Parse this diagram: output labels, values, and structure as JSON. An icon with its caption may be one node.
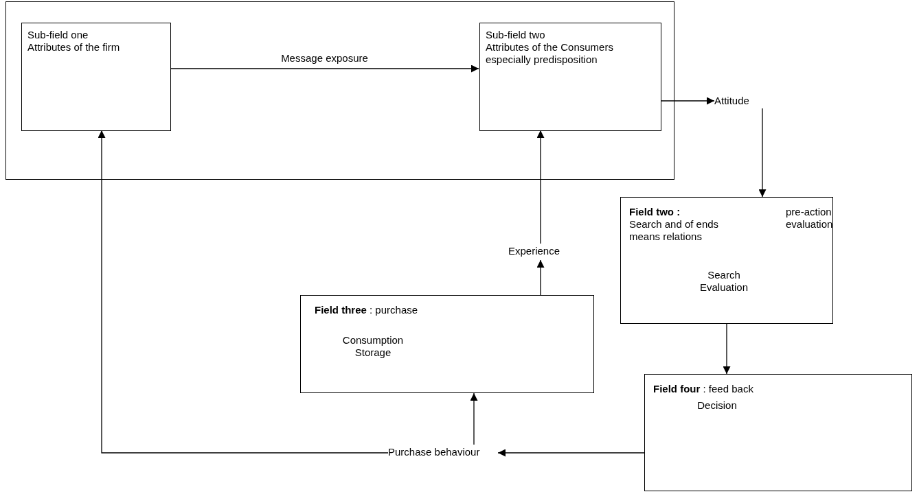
{
  "diagram": {
    "nodes": [
      {
        "text": [],
        "shape": "box"
      },
      {
        "text": [
          "Sub-field one",
          "Attributes of the firm"
        ],
        "in": 0
      },
      {
        "text": [
          "Sub-field two",
          "Attributes of the Consumers especially predisposition"
        ],
        "in": 0
      },
      {
        "text": [
          "Attitude"
        ]
      },
      {
        "text": [
          "Field two :",
          "pre-action evaluation",
          "Search and of ends means relations",
          "Search Evaluation"
        ]
      },
      {
        "text": [
          "**Field four** : feed back",
          "Decision"
        ]
      },
      {
        "text": [
          "Purchase behaviour"
        ]
      },
      {
        "text": [
          "**Field three** : purchase",
          "Consumption Storage"
        ]
      },
      {
        "text": [
          "Experience"
        ]
      }
    ],
    "edges": [
      {
        "from": 1,
        "to": 2,
        "arrow": "to",
        "label": "Message exposure"
      },
      {
        "from": 2,
        "to": 3,
        "arrow": "to"
      },
      {
        "from": 3,
        "to": 4,
        "arrow": "to"
      },
      {
        "from": 4,
        "to": 5,
        "arrow": "to"
      },
      {
        "from": 5,
        "to": 6,
        "arrow": "to"
      },
      {
        "from": 6,
        "to": 7,
        "arrow": "to"
      },
      {
        "from": 6,
        "to": 1,
        "arrow": "to"
      },
      {
        "from": 7,
        "to": 8,
        "arrow": "to"
      },
      {
        "from": 8,
        "to": 2,
        "arrow": "to"
      }
    ]
  }
}
